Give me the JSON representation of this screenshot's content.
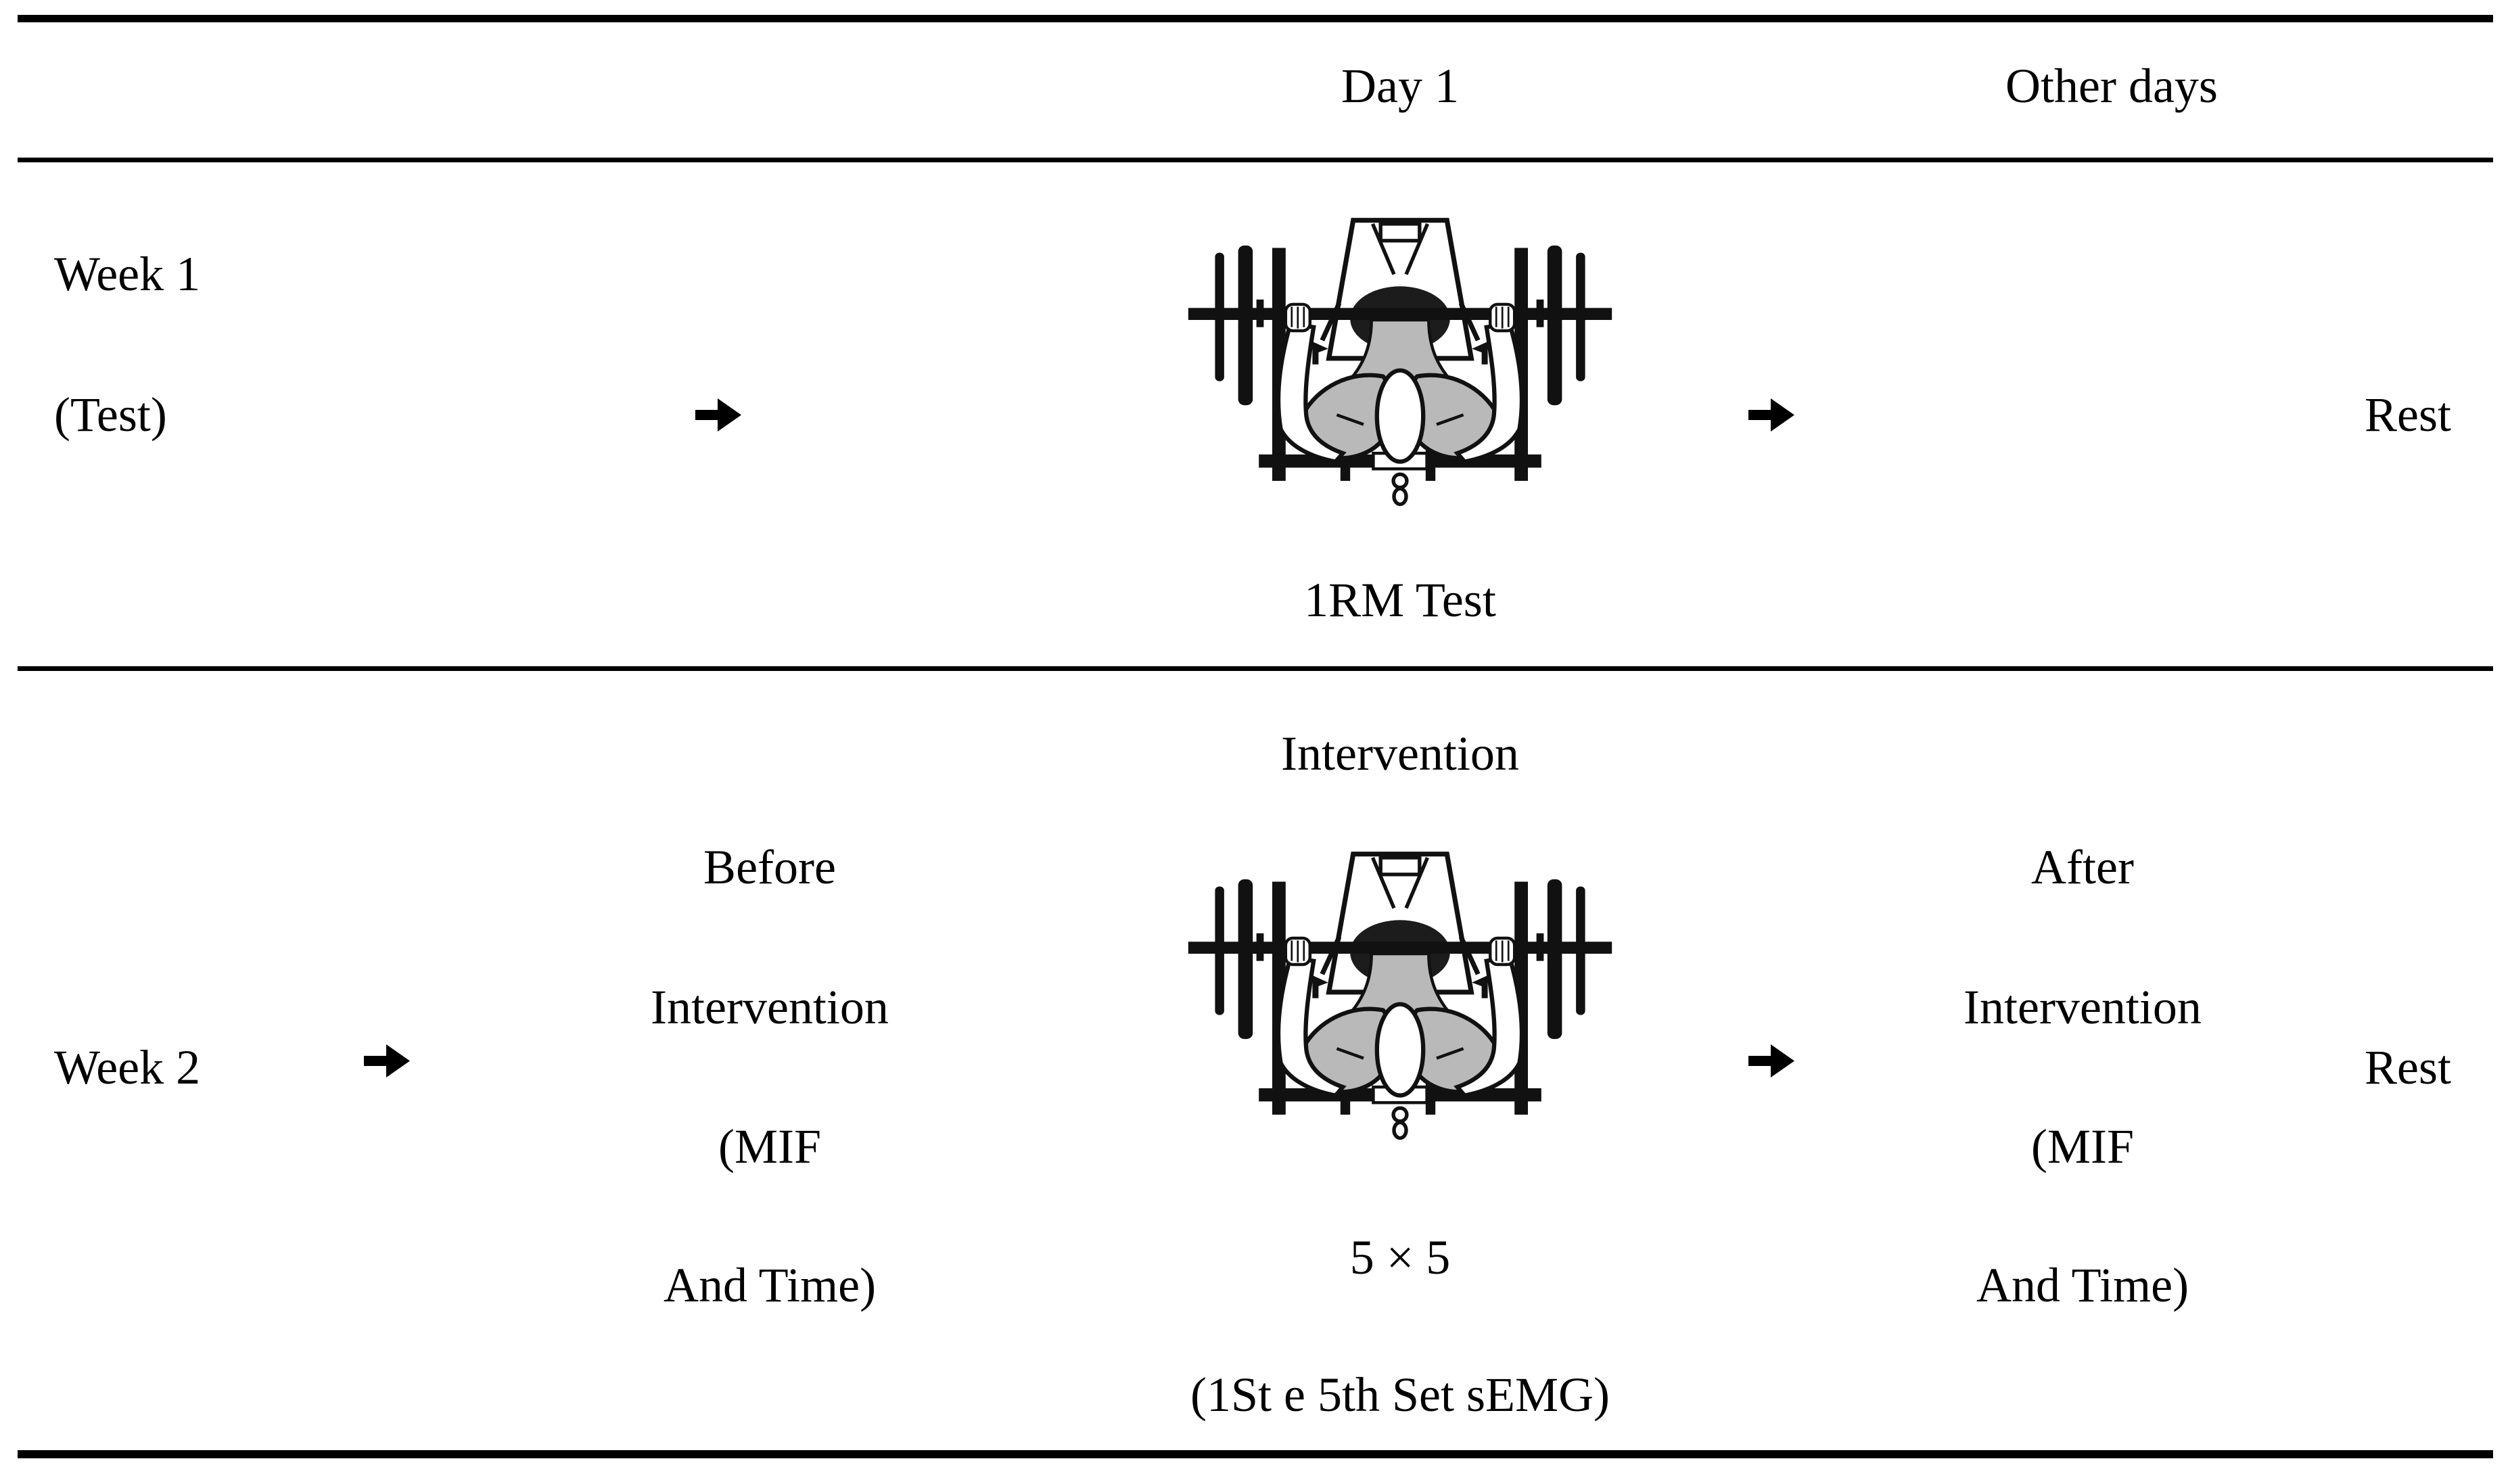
{
  "header": {
    "day1": "Day 1",
    "other_days": "Other days"
  },
  "week1": {
    "label_line1": "Week 1",
    "label_line2": "(Test)",
    "exercise_caption": "1RM Test",
    "rest": "Rest"
  },
  "week2": {
    "label": "Week 2",
    "center_title": "Intervention",
    "before": {
      "line1": "Before",
      "line2": "Intervention",
      "line3": "(MIF",
      "line4": "And Time)"
    },
    "after": {
      "line1": "After",
      "line2": "Intervention",
      "line3": "(MIF",
      "line4": "And Time)"
    },
    "sets_caption": "5 × 5",
    "semg_caption": "(1St e 5th Set sEMG)",
    "rest": "Rest"
  },
  "icons": {
    "right_arrow": {
      "name": "right-arrow-icon",
      "glyph": "➔"
    },
    "bench_press": {
      "name": "bench-press-top-view-icon",
      "depicts": "overhead view of athlete bench pressing a barbell"
    }
  },
  "colors": {
    "background": "#ffffff",
    "text": "#000000",
    "line": "#000000",
    "muscle_gray": "#b9b9b9"
  }
}
